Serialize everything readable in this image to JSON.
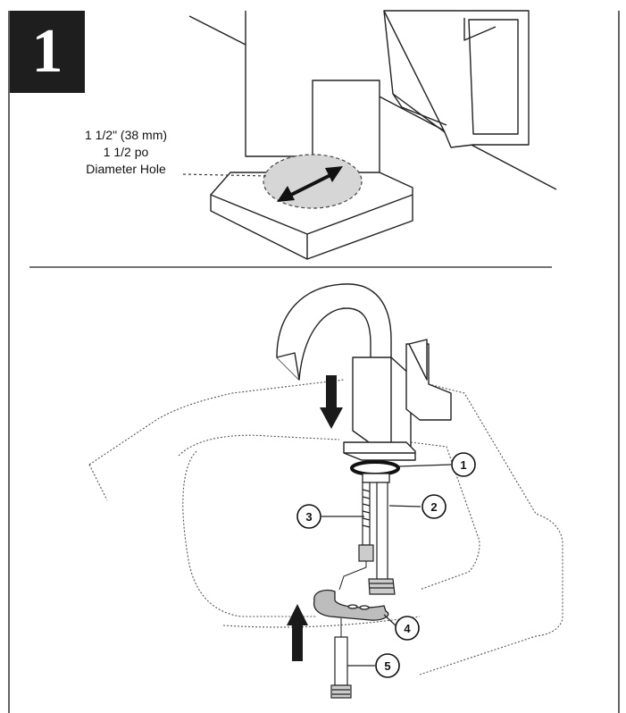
{
  "step": {
    "number": "1"
  },
  "top_callout": {
    "line1": "1 1/2\" (38 mm)",
    "line2": "1 1/2 po",
    "line3": "Diameter Hole"
  },
  "parts": [
    {
      "number": "1"
    },
    {
      "number": "2"
    },
    {
      "number": "3"
    },
    {
      "number": "4"
    },
    {
      "number": "5"
    }
  ]
}
